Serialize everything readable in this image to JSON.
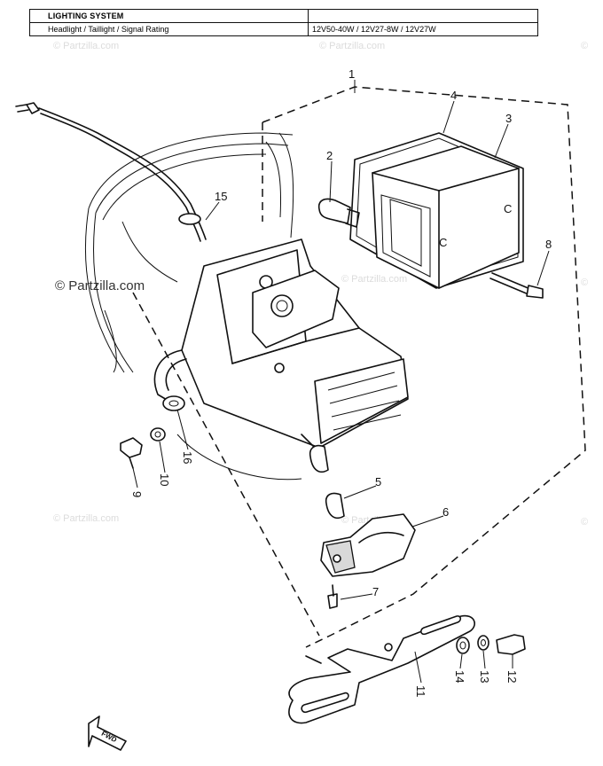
{
  "spec_table": {
    "header_label": "LIGHTING SYSTEM",
    "row_label": "Headlight / Taillight / Signal Rating",
    "row_value": "12V50-40W / 12V27-8W / 12V27W"
  },
  "watermarks": {
    "main": "© Partzilla.com",
    "repeat": "© Partzilla.com",
    "small_mark": "©"
  },
  "callouts": {
    "p1": "1",
    "p2": "2",
    "p3": "3",
    "p4": "4",
    "p5": "5",
    "p6": "6",
    "p7": "7",
    "p8": "8",
    "p9": "9",
    "p10": "10",
    "p11": "11",
    "p12": "12",
    "p13": "13",
    "p14": "14",
    "p15": "15",
    "p16": "16"
  },
  "fwd_arrow_label": "FWD"
}
